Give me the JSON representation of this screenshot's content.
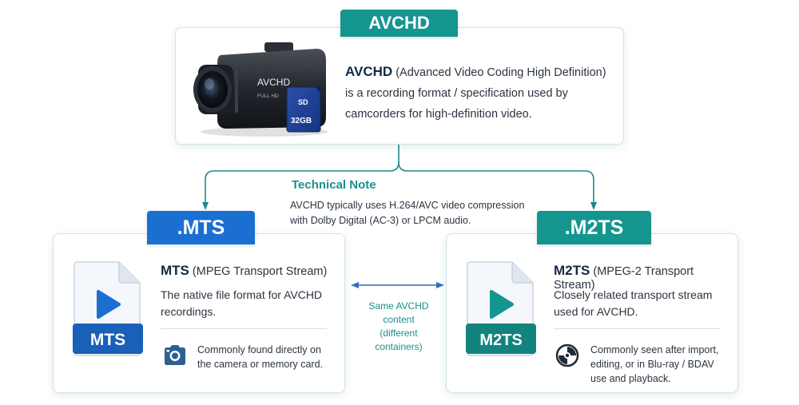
{
  "header": {
    "tag_label": "AVCHD"
  },
  "top": {
    "acronym": "AVCHD",
    "expansion": "(Advanced Video Coding High Definition)",
    "line2": "is a recording format / specification used by",
    "line3": "camcorders for high-definition video.",
    "camera_brand": "AVCHD",
    "camera_model": "FULL HD",
    "sd_label": "SD",
    "sd_capacity": "32GB"
  },
  "tech_note": {
    "title": "Technical Note",
    "line1": "AVCHD typically uses H.264/AVC video compression",
    "line2": "with Dolby Digital (AC-3) or LPCM audio."
  },
  "mts": {
    "tag_label": ".MTS",
    "icon_label": "MTS",
    "title": "MTS",
    "subtitle": "(MPEG Transport Stream)",
    "desc_line1": "The native file format for AVCHD",
    "desc_line2": "recordings.",
    "note_line1": "Commonly found directly on",
    "note_line2": "the camera or memory card."
  },
  "m2ts": {
    "tag_label": ".M2TS",
    "icon_label": "M2TS",
    "title": "M2TS",
    "subtitle": "(MPEG-2 Transport Stream)",
    "desc_line1": "Closely related transport stream",
    "desc_line2": "used for AVCHD.",
    "note_line1": "Commonly seen after import,",
    "note_line2": "editing, or in Blu-ray / BDAV",
    "note_line3": "use and playback."
  },
  "middle": {
    "line1": "Same AVCHD",
    "line2": "content",
    "line3": "(different",
    "line4": "containers)"
  },
  "colors": {
    "teal": "#15958f",
    "blue": "#1a6fd1",
    "text_dark": "#112a44",
    "accent_text": "#1b8f8b"
  }
}
